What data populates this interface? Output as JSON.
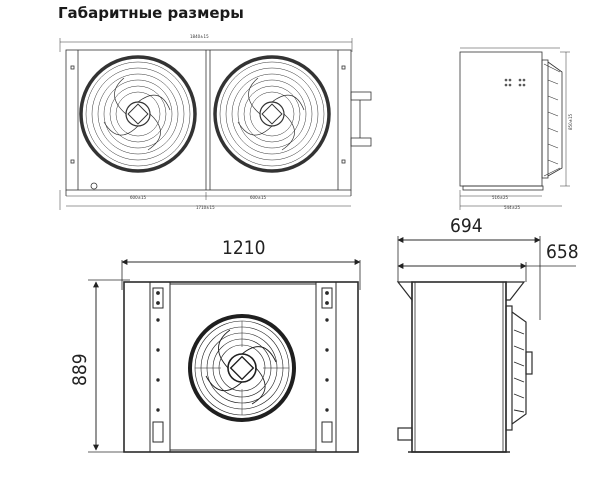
{
  "title": "Габаритные размеры",
  "top_front": {
    "overall_width": "1840±15",
    "base_width": "1710±15",
    "fan_pitch_left": "600±15",
    "fan_pitch_right": "600±15"
  },
  "top_side": {
    "height": "850±15",
    "depth": "516±25",
    "depth_total": "544±25"
  },
  "bottom_front": {
    "width": "1210",
    "height": "889"
  },
  "bottom_side": {
    "depth_total": "694",
    "depth_body": "658"
  },
  "colors": {
    "line": "#2b2b2b",
    "fan_ring": "#3a3a3a"
  }
}
